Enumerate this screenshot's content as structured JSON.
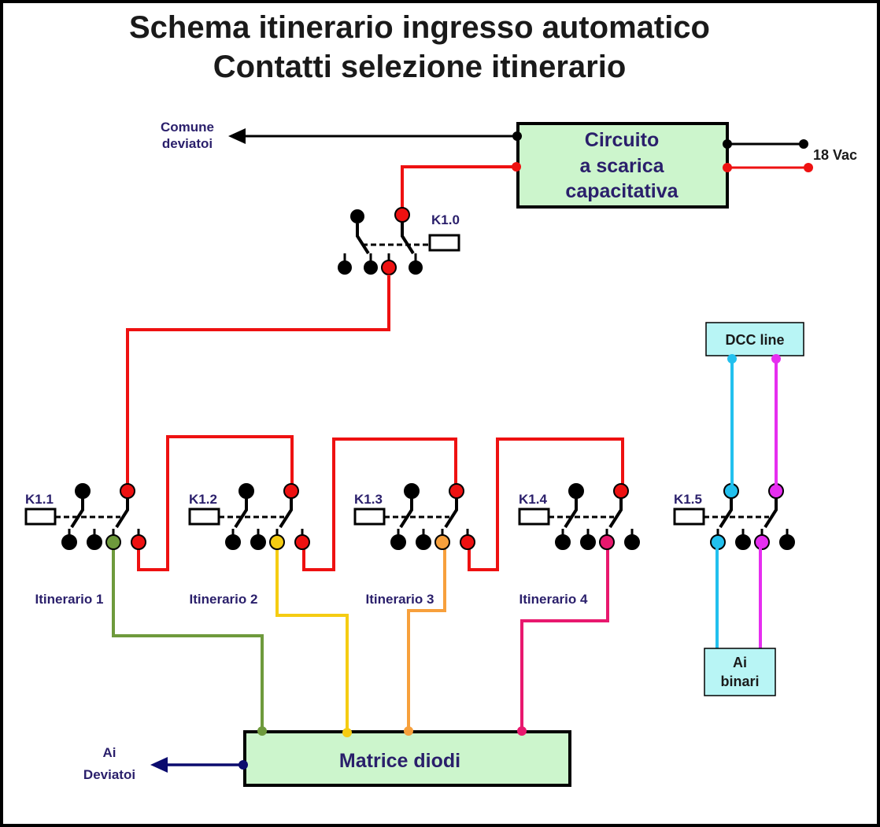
{
  "title": {
    "line1": "Schema itinerario ingresso automatico",
    "line2": "Contatti selezione itinerario"
  },
  "labels": {
    "comune_line1": "Comune",
    "comune_line2": "deviatoi",
    "vac": "18 Vac",
    "ai_deviatoi_line1": "Ai",
    "ai_deviatoi_line2": "Deviatoi"
  },
  "boxes": {
    "circuito": [
      "Circuito",
      "a scarica",
      "capacitativa"
    ],
    "matrice": "Matrice diodi",
    "dcc": "DCC line",
    "ai_binari": [
      "Ai",
      "binari"
    ]
  },
  "relays": {
    "k10": "K1.0",
    "k11": "K1.1",
    "k12": "K1.2",
    "k13": "K1.3",
    "k14": "K1.4",
    "k15": "K1.5"
  },
  "itinerari": [
    "Itinerario 1",
    "Itinerario 2",
    "Itinerario 3",
    "Itinerario 4"
  ],
  "colors": {
    "red": "#ee1111",
    "green": "#6e9a3c",
    "yellow": "#f5cc12",
    "orange": "#f7a03c",
    "pink": "#e8186e",
    "cyan": "#22c0ee",
    "magenta": "#e62ef0",
    "navy": "#0b0b6e",
    "box_green": "#ccf5cc",
    "box_cyan": "#b8f5f5"
  }
}
